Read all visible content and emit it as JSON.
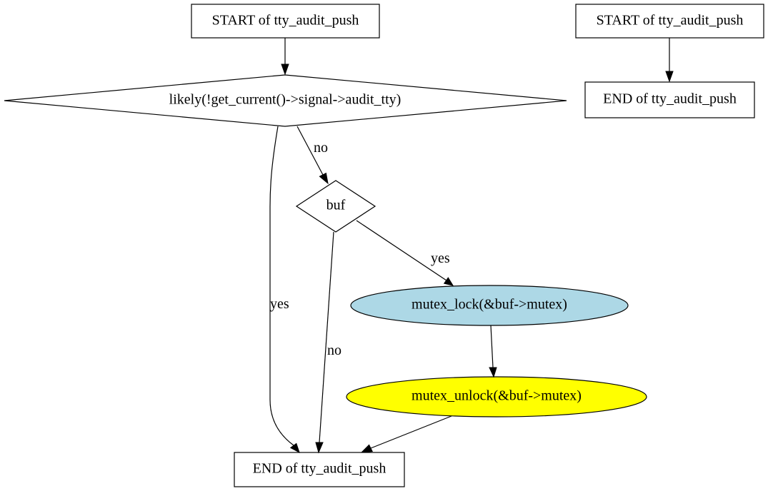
{
  "diagram": {
    "colors": {
      "background": "#ffffff",
      "stroke": "#000000",
      "mutex_lock_fill": "#add8e6",
      "mutex_unlock_fill": "#ffff00"
    },
    "nodes": {
      "start_main": {
        "label": "START of tty_audit_push",
        "shape": "box"
      },
      "likely_check": {
        "label": "likely(!get_current()->signal->audit_tty)",
        "shape": "diamond"
      },
      "buf_check": {
        "label": "buf",
        "shape": "diamond"
      },
      "mutex_lock": {
        "label": "mutex_lock(&buf->mutex)",
        "shape": "ellipse"
      },
      "mutex_unlock": {
        "label": "mutex_unlock(&buf->mutex)",
        "shape": "ellipse"
      },
      "end_main": {
        "label": "END of tty_audit_push",
        "shape": "box"
      },
      "start_side": {
        "label": "START of tty_audit_push",
        "shape": "box"
      },
      "end_side": {
        "label": "END of tty_audit_push",
        "shape": "box"
      }
    },
    "edges": {
      "likely_no": {
        "label": "no"
      },
      "likely_yes": {
        "label": "yes"
      },
      "buf_yes": {
        "label": "yes"
      },
      "buf_no": {
        "label": "no"
      }
    }
  }
}
